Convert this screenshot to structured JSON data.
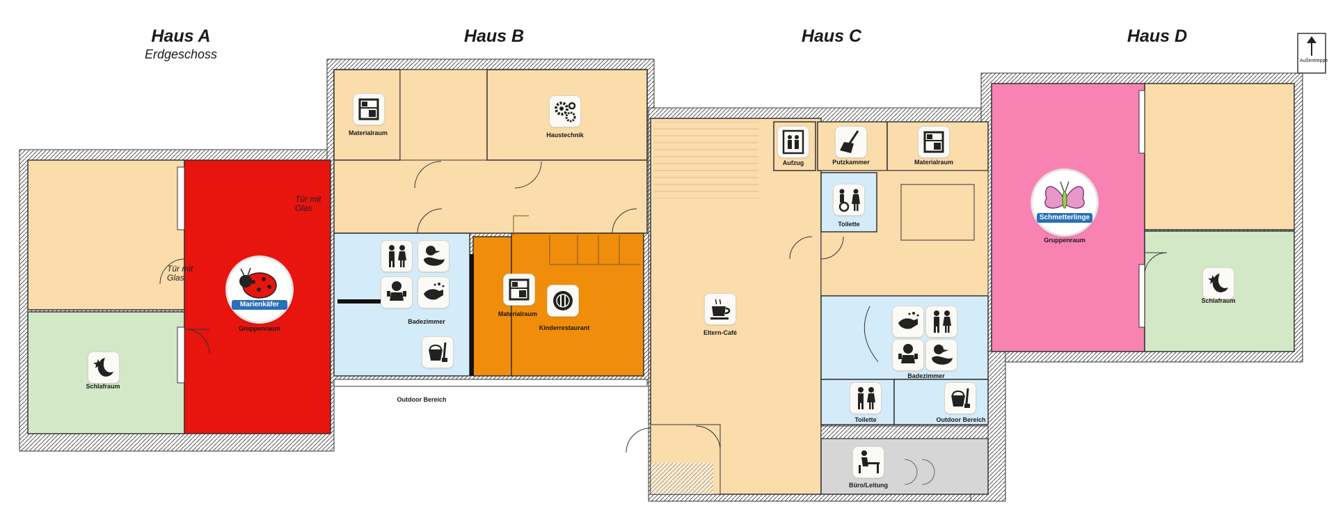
{
  "headings": {
    "haus_a": "Haus A",
    "haus_a_sub": "Erdgeschoss",
    "haus_b": "Haus B",
    "haus_c": "Haus C",
    "haus_d": "Haus D"
  },
  "rooms": {
    "materialraum_b": "Materialraum",
    "haustechnik": "Haustechnik",
    "gruppenraum_a": "Gruppenraum",
    "schlafraum_a": "Schlafraum",
    "badezimmer_b": "Badezimmer",
    "materialraum_b2": "Materialraum",
    "kinderrestaurant": "Kinderrestaurant",
    "outdoor_b": "Outdoor Bereich",
    "aufzug": "Aufzug",
    "putzkammer": "Putzkammer",
    "materialraum_c": "Materialraum",
    "toilette_c1": "Toilette",
    "eltern_cafe": "Eltern-Café",
    "badezimmer_c": "Badezimmer",
    "toilette_c2": "Toilette",
    "outdoor_c": "Outdoor Bereich",
    "buero": "Büro/Leitung",
    "gruppenraum_d": "Gruppenraum",
    "schlafraum_d": "Schlafraum"
  },
  "notes": {
    "tuer_glas_1": "Tür mit\nGlas",
    "tuer_glas_2": "Tür mit\nGlas",
    "aussentreppe": "Außentreppe"
  },
  "badges": {
    "marienkaefer": "Marienkäfer",
    "schmetterlinge": "Schmetterlinge"
  },
  "icons": [
    "shelf-icon",
    "gears-icon",
    "shelf-icon",
    "toilet-people-icon",
    "duck-icon",
    "baby-icon",
    "handwash-icon",
    "bucket-icon",
    "shelf-icon",
    "dinner-plate-icon",
    "elevator-icon",
    "broom-icon",
    "shelf-icon",
    "accessible-toilet-icon",
    "coffee-cup-icon",
    "handwash-icon",
    "toilet-people-icon",
    "baby-icon",
    "duck-icon",
    "toilet-people-icon",
    "bucket-icon",
    "desk-person-icon",
    "moon-star-icon",
    "moon-star-icon"
  ],
  "colors": {
    "peach": "#fbdcab",
    "red": "#e8140e",
    "orange": "#f08d0b",
    "light_blue": "#d4ecfa",
    "light_green": "#d3e8c6",
    "pink": "#f883b3",
    "grey": "#d6d6d6",
    "wall": "#4a4a4a"
  }
}
